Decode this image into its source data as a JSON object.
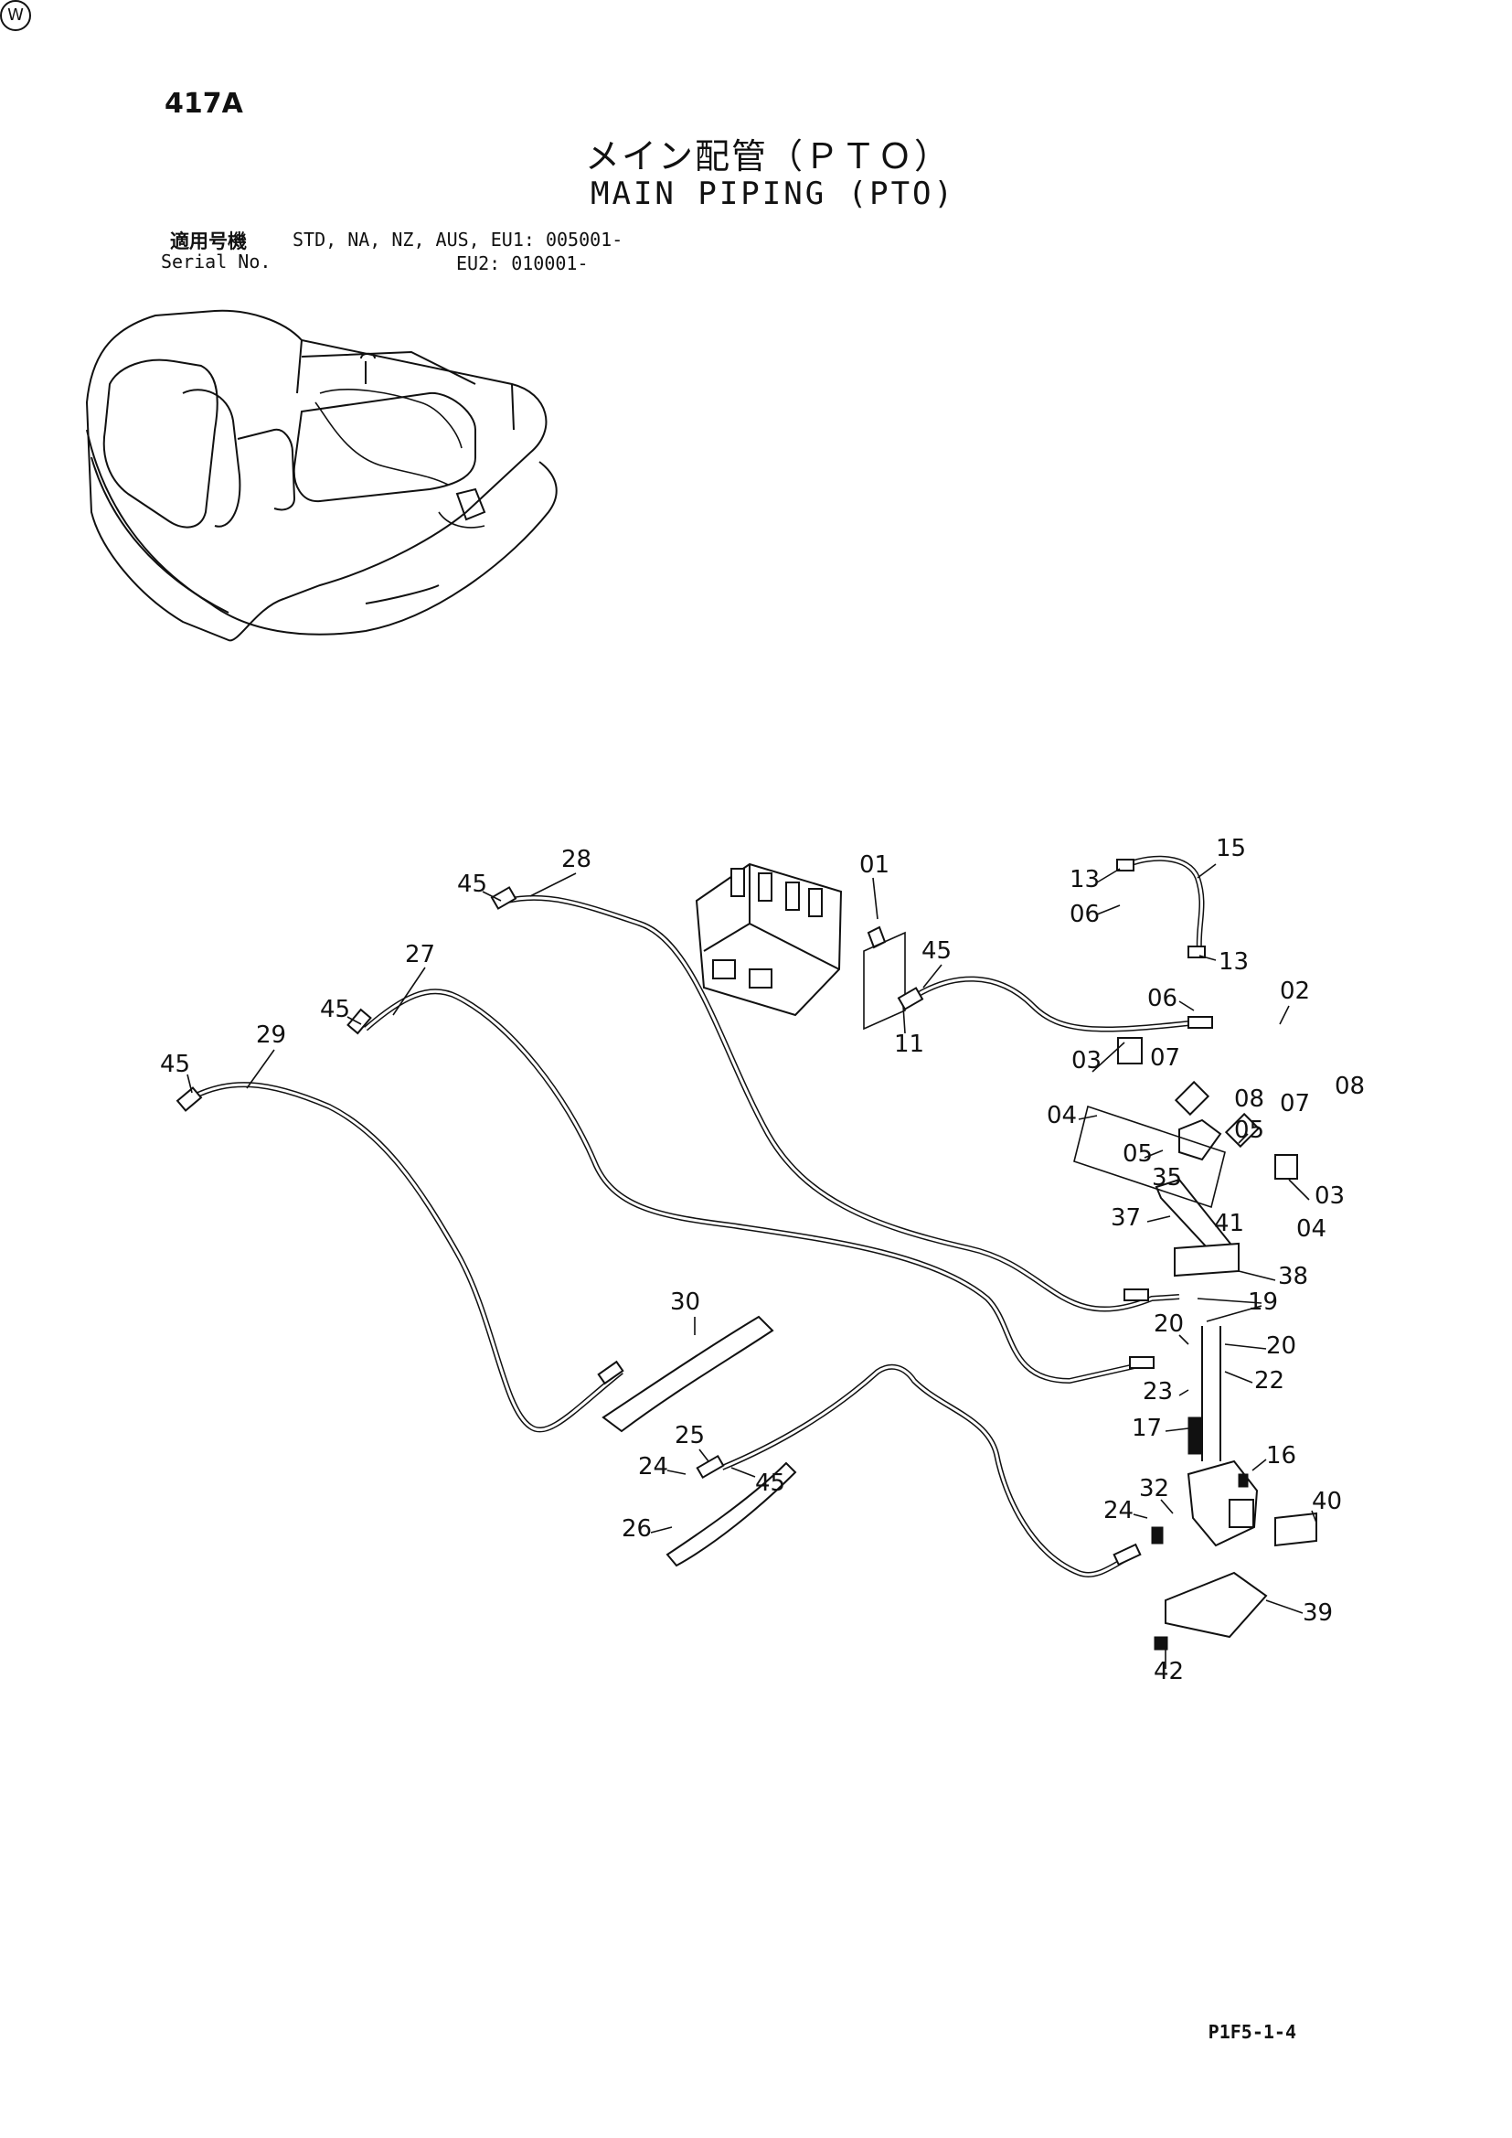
{
  "page": {
    "number": "417A",
    "title_jp": "メイン配管（ＰＴＯ）",
    "title_en": "MAIN PIPING (PTO)",
    "serial_label_jp": "適用号機",
    "serial_label_en": "Serial No.",
    "serial_row1": "STD, NA, NZ, AUS, EU1: 005001-",
    "serial_row2": "EU2: 010001-",
    "figure_code": "P1F5-1-4",
    "corner_mark": "W"
  },
  "callouts": [
    {
      "id": "c-01",
      "text": "01"
    },
    {
      "id": "c-15",
      "text": "15"
    },
    {
      "id": "c-13a",
      "text": "13"
    },
    {
      "id": "c-06a",
      "text": "06"
    },
    {
      "id": "c-13b",
      "text": "13"
    },
    {
      "id": "c-06b",
      "text": "06"
    },
    {
      "id": "c-02",
      "text": "02"
    },
    {
      "id": "c-45a",
      "text": "45"
    },
    {
      "id": "c-28",
      "text": "28"
    },
    {
      "id": "c-45b",
      "text": "45"
    },
    {
      "id": "c-27",
      "text": "27"
    },
    {
      "id": "c-45c",
      "text": "45"
    },
    {
      "id": "c-29",
      "text": "29"
    },
    {
      "id": "c-45d",
      "text": "45"
    },
    {
      "id": "c-11",
      "text": "11"
    },
    {
      "id": "c-03a",
      "text": "03"
    },
    {
      "id": "c-07a",
      "text": "07"
    },
    {
      "id": "c-08a",
      "text": "08"
    },
    {
      "id": "c-07b",
      "text": "07"
    },
    {
      "id": "c-08b",
      "text": "08"
    },
    {
      "id": "c-04a",
      "text": "04"
    },
    {
      "id": "c-05a",
      "text": "05"
    },
    {
      "id": "c-05b",
      "text": "05"
    },
    {
      "id": "c-35",
      "text": "35"
    },
    {
      "id": "c-03b",
      "text": "03"
    },
    {
      "id": "c-37",
      "text": "37"
    },
    {
      "id": "c-41",
      "text": "41"
    },
    {
      "id": "c-04b",
      "text": "04"
    },
    {
      "id": "c-38",
      "text": "38"
    },
    {
      "id": "c-19",
      "text": "19"
    },
    {
      "id": "c-30",
      "text": "30"
    },
    {
      "id": "c-20a",
      "text": "20"
    },
    {
      "id": "c-20b",
      "text": "20"
    },
    {
      "id": "c-22",
      "text": "22"
    },
    {
      "id": "c-23",
      "text": "23"
    },
    {
      "id": "c-17",
      "text": "17"
    },
    {
      "id": "c-16",
      "text": "16"
    },
    {
      "id": "c-25",
      "text": "25"
    },
    {
      "id": "c-24a",
      "text": "24"
    },
    {
      "id": "c-45e",
      "text": "45"
    },
    {
      "id": "c-32",
      "text": "32"
    },
    {
      "id": "c-40",
      "text": "40"
    },
    {
      "id": "c-24b",
      "text": "24"
    },
    {
      "id": "c-26",
      "text": "26"
    },
    {
      "id": "c-39",
      "text": "39"
    },
    {
      "id": "c-42",
      "text": "42"
    }
  ]
}
